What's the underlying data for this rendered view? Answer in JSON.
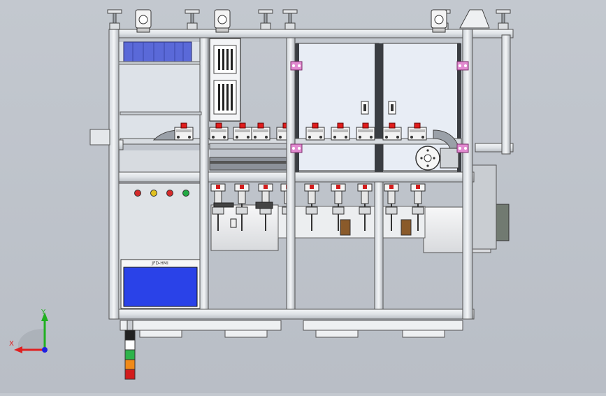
{
  "viewport": {
    "background_top": "#c3c8cf",
    "background_bottom": "#b9bec6"
  },
  "model": {
    "frame_color": "#e2e6ea",
    "frame_edge": "#7a7f86",
    "glass_color": "#e9eef6",
    "motor_color": "#5566dd",
    "hmi_screen_color": "#2a42e8",
    "hmi_label": "JFD-HMI"
  },
  "control_panel": {
    "indicator_colors": [
      "#d42a2a",
      "#e0c020",
      "#d42a2a",
      "#22aa44"
    ],
    "indicator_names": [
      "red-indicator-light",
      "yellow-indicator-light",
      "red-indicator-light",
      "green-indicator-light"
    ]
  },
  "signal_tower": {
    "colors": [
      "#222222",
      "#ffffff",
      "#2db34a",
      "#f08a18",
      "#d21c1c"
    ]
  },
  "triad": {
    "x_label": "X",
    "y_label": "Y",
    "x_color": "#e02020",
    "y_color": "#20b020",
    "z_color": "#2020e0"
  }
}
